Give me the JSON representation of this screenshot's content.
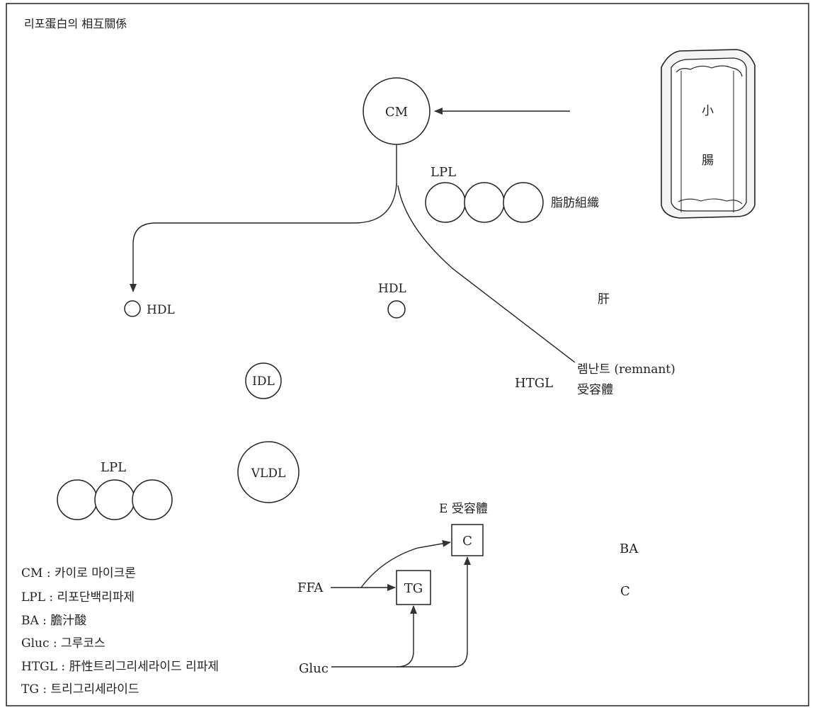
{
  "title": "리포蛋白의 相互關係",
  "nodes": {
    "cm": "CM",
    "lpl_top": "LPL",
    "adipose": "脂肪組織",
    "small_intestine_1": "小",
    "small_intestine_2": "腸",
    "hdl_left": "HDL",
    "hdl_mid": "HDL",
    "liver": "肝",
    "remnant_receptor_1": "렘난트 (remnant)",
    "remnant_receptor_2": "受容體",
    "htgl": "HTGL",
    "idl": "IDL",
    "lpl_bottom": "LPL",
    "vldl": "VLDL",
    "e_receptor": "E 受容體",
    "c_box": "C",
    "tg_box": "TG",
    "ffa": "FFA",
    "gluc": "Gluc",
    "ba": "BA",
    "c_right": "C"
  },
  "legend": [
    "CM : 카이로 마이크론",
    "LPL : 리포단백리파제",
    "BA : 膽汁酸",
    "Gluc : 그루코스",
    "HTGL : 肝性트리그리세라이드 리파제",
    "TG : 트리그리세라이드"
  ]
}
